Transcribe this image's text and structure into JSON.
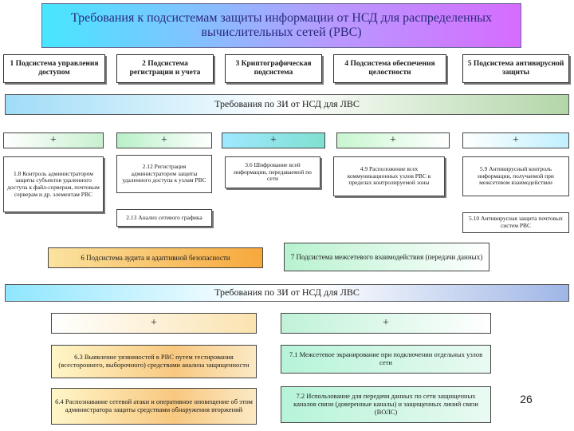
{
  "title": "Требования к подсистемам защиты информации от НСД для распределенных вычислительных сетей (РВС)",
  "subsystems": [
    "1 Подсистема управления доступом",
    "2 Подсистема регистрации и учета",
    "3 Криптографическая подсистема",
    "4 Подсистема обеспечения целостности",
    "5 Подсистема антивирусной защиты"
  ],
  "band_top": "Требования по ЗИ от НСД для ЛВС",
  "plus": "+",
  "requirements": {
    "r18": "1.8 Контроль администратором защиты субъектов удаленного доступа к файл-серверам, почтовым серверам и др. элементам РВС",
    "r212": "2.12 Регистрация администратором защиты удаленного доступа к узлам РВС",
    "r213": "2.13 Анализ сетевого графика",
    "r36": "3.6 Шифрование всей информации, передаваемой по сети",
    "r49": "4.9 Расположение всех коммуникационных узлов РВС в пределах контролируемой зоны",
    "r59": "5.9 Антивирусный контроль информации, получаемой при межсетевом взаимодействии",
    "r510": "5.10 Антивирусная защита почтовых систем РВС"
  },
  "subsystem6": "6 Подсистема аудита и адаптивной безопасности",
  "subsystem7": "7 Подсистема межсетевого взаимодействия (передачи данных)",
  "band_bottom": "Требования по ЗИ от НСД для ЛВС",
  "bottom_items": {
    "i63": "6.3 Выявление уязвимостей в РВС путем тестирования (всестороннего, выборочного) средствами анализа защищенности",
    "i64": "6.4 Распознавание сетевой атаки и оперативное оповещение об этом администратора защиты средствами обнаружения вторжений",
    "i71": "7.1 Межсетевое экранирование при подключении отдельных узлов сети",
    "i72": "7.2 Использование для передачи данных по сети защищенных каналов связи (доверенные каналы) и защищенных линий связи (ВОЛС)"
  },
  "page_number": "26"
}
